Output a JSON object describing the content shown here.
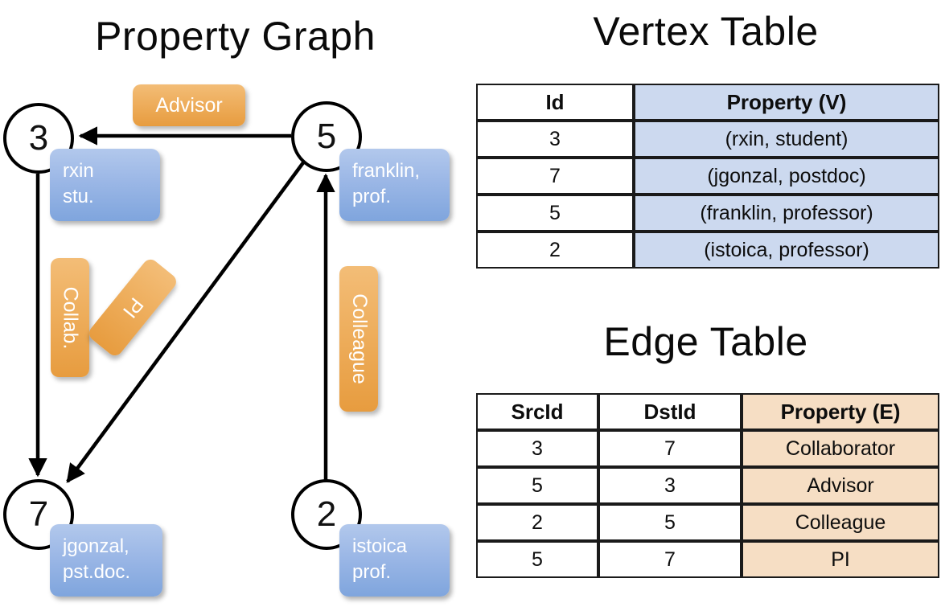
{
  "titles": {
    "property_graph": "Property Graph",
    "vertex_table": "Vertex Table",
    "edge_table": "Edge Table"
  },
  "graph": {
    "vertices": [
      {
        "id": "3",
        "property_label": "rxin\nstu."
      },
      {
        "id": "5",
        "property_label": "franklin,\nprof."
      },
      {
        "id": "7",
        "property_label": "jgonzal,\npst.doc."
      },
      {
        "id": "2",
        "property_label": "istoica\nprof."
      }
    ],
    "edge_labels": {
      "advisor": "Advisor",
      "collab": "Collab.",
      "pi": "PI",
      "colleague": "Colleague"
    },
    "edges": [
      {
        "src": "5",
        "dst": "3",
        "label": "Advisor"
      },
      {
        "src": "3",
        "dst": "7",
        "label": "Collab."
      },
      {
        "src": "5",
        "dst": "7",
        "label": "PI"
      },
      {
        "src": "2",
        "dst": "5",
        "label": "Colleague"
      }
    ]
  },
  "vertex_table": {
    "headers": [
      "Id",
      "Property (V)"
    ],
    "rows": [
      {
        "id": "3",
        "property": "(rxin, student)"
      },
      {
        "id": "7",
        "property": "(jgonzal, postdoc)"
      },
      {
        "id": "5",
        "property": "(franklin, professor)"
      },
      {
        "id": "2",
        "property": "(istoica, professor)"
      }
    ]
  },
  "edge_table": {
    "headers": [
      "SrcId",
      "DstId",
      "Property (E)"
    ],
    "rows": [
      {
        "src": "3",
        "dst": "7",
        "property": "Collaborator"
      },
      {
        "src": "5",
        "dst": "3",
        "property": "Advisor"
      },
      {
        "src": "2",
        "dst": "5",
        "property": "Colleague"
      },
      {
        "src": "5",
        "dst": "7",
        "property": "PI"
      }
    ]
  },
  "colors": {
    "vertex_property_blue": "#9bb7e6",
    "edge_label_orange": "#eeae5d",
    "vertex_table_header_fill": "#ccd9ef",
    "edge_table_header_fill": "#f6dec4",
    "stroke": "#000000"
  }
}
